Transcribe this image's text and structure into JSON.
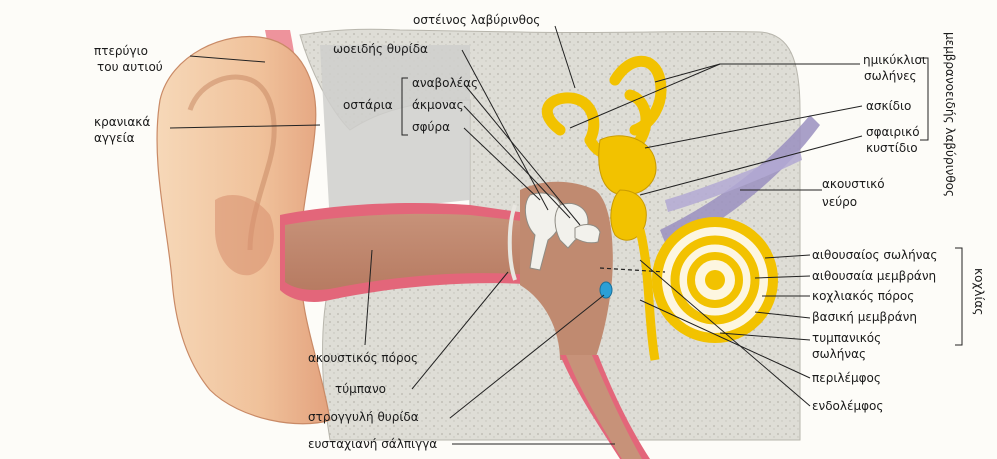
{
  "diagram": {
    "labels": {
      "pterygio": "πτερύγιο",
      "tou_aftiou": "του αυτιού",
      "kraniaka": "κρανιακά",
      "aggeia": "αγγεία",
      "ostinos_lavyrinthos": "οστέινος λαβύρινθος",
      "oeidis_thyrida": "ωοειδής θυρίδα",
      "ostaria": "οστάρια",
      "anavoleas": "αναβολέας",
      "akmonas": "άκμονας",
      "sfyra": "σφύρα",
      "imikyklioi": "ημικύκλιοι",
      "solines": "σωλήνες",
      "askidio": "ασκίδιο",
      "sfairiko": "σφαιρικό",
      "kystidio": "κυστίδιο",
      "akoustiko": "ακουστικό",
      "nevro": "νεύρο",
      "aithousaios_solinas": "αιθουσαίος σωλήνας",
      "aithousaia_memvrani": "αιθουσαία μεμβράνη",
      "kochliakos_poros": "κοχλιακός πόρος",
      "vasiki_memvrani": "βασική μεμβράνη",
      "tympanikos": "τυμπανικός",
      "solinas": "σωλήνας",
      "perilemfos": "περιλέμφος",
      "endolemfos": "ενδολέμφος",
      "akoustikos_poros": "ακουστικός πόρος",
      "tympano": "τύμπανο",
      "strongyli_thyrida": "στρογγυλή θυρίδα",
      "efstachiani_salpigga": "ευσταχιανή σάλπιγγα",
      "membranodis_lavyrinthos": "μεμβρανοειδής λαβύρινθος",
      "kochlias": "κοχλίας"
    },
    "colors": {
      "skin": "#f3c9a2",
      "skin_shadow": "#d9946a",
      "bone": "#dedbd2",
      "canal": "#c28a6e",
      "canal_wall": "#e3667a",
      "labyrinth": "#f2c200",
      "nerve": "#9a8fc0",
      "round_window": "#2a9fd6"
    }
  }
}
